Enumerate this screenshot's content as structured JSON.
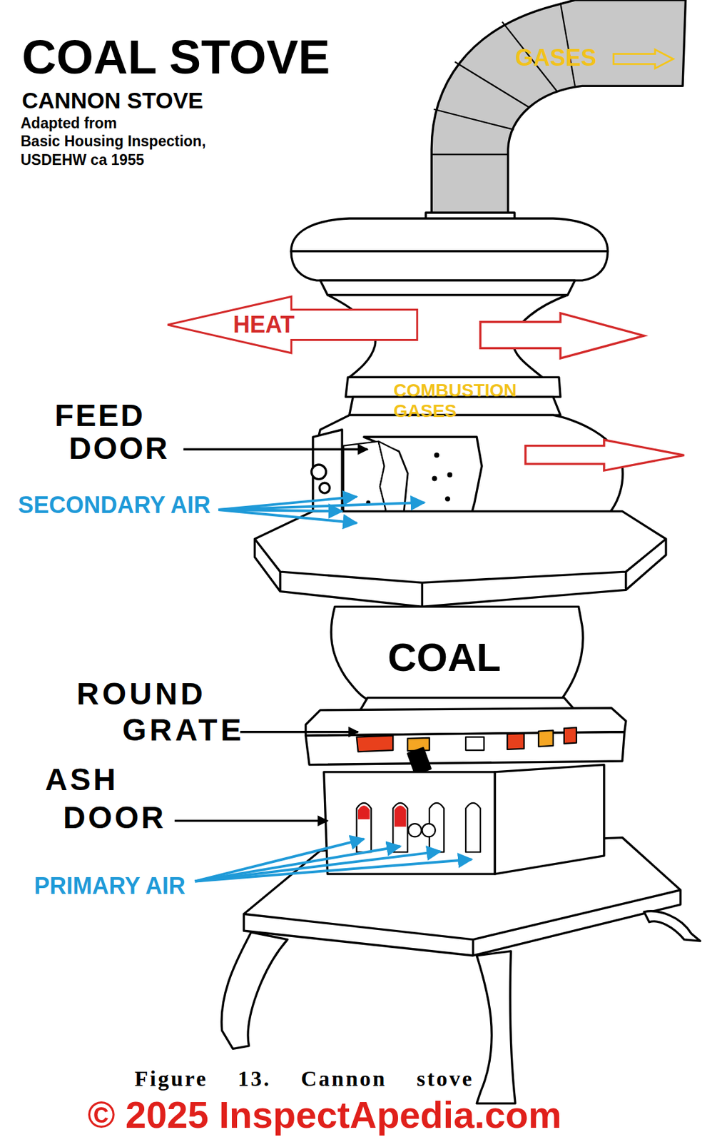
{
  "diagram": {
    "title": "COAL STOVE",
    "caption": "Figure 13. Cannon stove",
    "nodes": [
      {
        "text": [
          "HEAT"
        ]
      }
    ],
    "labels": [
      "CANNON STOVE",
      "Adapted from",
      "Basic Housing Inspection,",
      "USDEHW ca 1955",
      "GASES",
      "COMBUSTION GASES",
      "FEED DOOR",
      "SECONDARY AIR",
      "COAL",
      "ROUND GRATE",
      "ASH DOOR",
      "PRIMARY AIR",
      "© 2025 InspectApedia.com"
    ]
  }
}
